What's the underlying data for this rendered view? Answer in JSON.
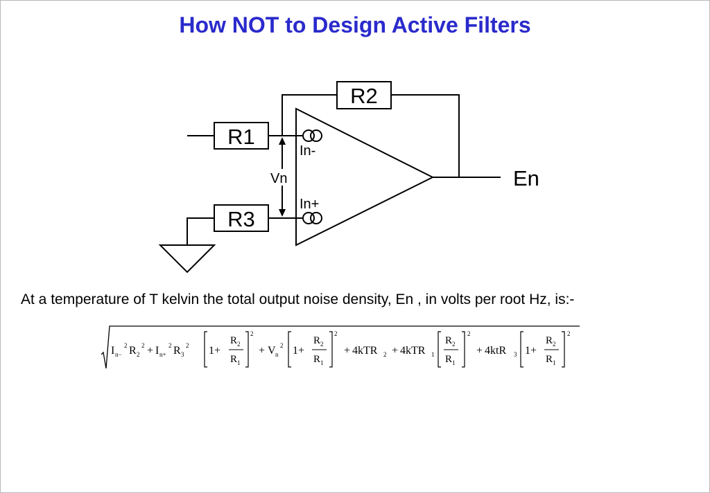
{
  "slide": {
    "title": "How NOT to Design Active Filters",
    "title_color": "#2a2acc",
    "caption": "At a temperature of T kelvin the total output noise density, En  , in volts per root Hz, is:-"
  },
  "circuit": {
    "resistors": {
      "r1": "R1",
      "r2": "R2",
      "r3": "R3"
    },
    "labels": {
      "in_minus": "In-",
      "in_plus": "In+",
      "vn": "Vn",
      "output": "En"
    }
  },
  "formula": {
    "terms": {
      "i": "I",
      "n_minus": "n−",
      "n_plus": "n+",
      "n": "n",
      "r": "R",
      "v": "V",
      "two": "2",
      "one": "1",
      "three": "3",
      "plus": "+",
      "one_plus": "1+",
      "four_ktr": "4kTR",
      "four_ktr_lower": "4ktR"
    }
  }
}
